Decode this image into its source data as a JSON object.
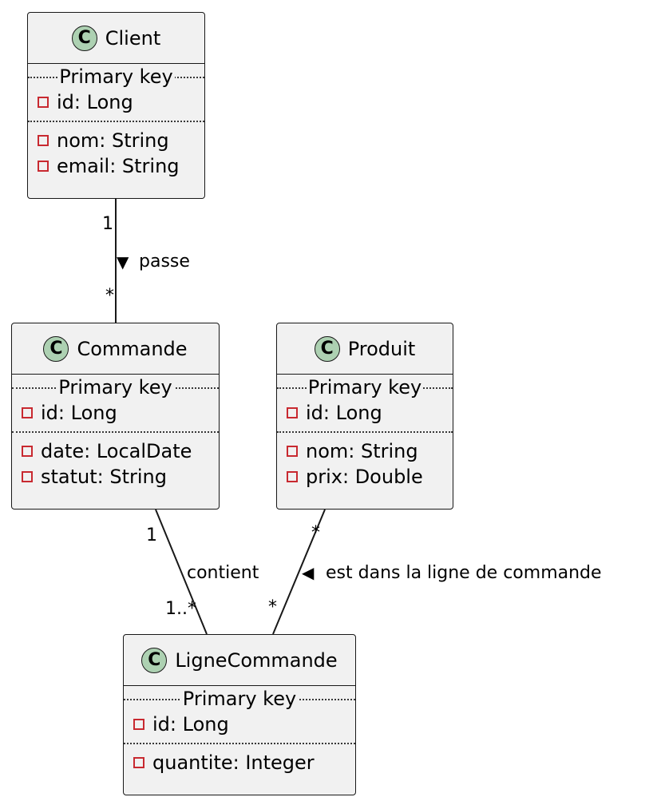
{
  "classes": {
    "client": {
      "badge": "C",
      "name": "Client",
      "pk_header": "Primary key",
      "pk_attrs": [
        "id: Long"
      ],
      "attrs": [
        "nom: String",
        "email: String"
      ]
    },
    "commande": {
      "badge": "C",
      "name": "Commande",
      "pk_header": "Primary key",
      "pk_attrs": [
        "id: Long"
      ],
      "attrs": [
        "date: LocalDate",
        "statut: String"
      ]
    },
    "produit": {
      "badge": "C",
      "name": "Produit",
      "pk_header": "Primary key",
      "pk_attrs": [
        "id: Long"
      ],
      "attrs": [
        "nom: String",
        "prix: Double"
      ]
    },
    "lignecommande": {
      "badge": "C",
      "name": "LigneCommande",
      "pk_header": "Primary key",
      "pk_attrs": [
        "id: Long"
      ],
      "attrs": [
        "quantite: Integer"
      ]
    }
  },
  "relations": {
    "passe": {
      "label": "passe",
      "arrow": "▼",
      "from_mult": "1",
      "to_mult": "*"
    },
    "contient": {
      "label": "contient",
      "from_mult": "1",
      "to_mult": "1..*"
    },
    "est_dans": {
      "label": "est dans la ligne de commande",
      "arrow": "◀",
      "from_mult": "*",
      "to_mult": "*"
    }
  },
  "colors": {
    "class_fill": "#f1f1f1",
    "class_border": "#181818",
    "badge_fill": "#add1b2",
    "private_marker": "#c82930"
  }
}
